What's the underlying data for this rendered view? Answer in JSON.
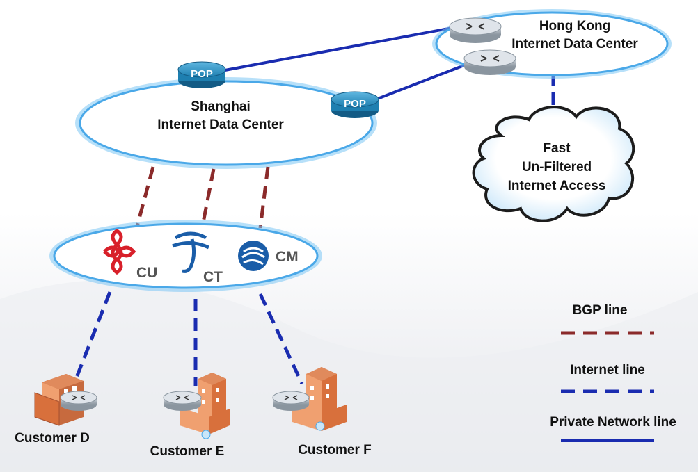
{
  "nodes": {
    "shanghai": {
      "line1": "Shanghai",
      "line2": "Internet Data Center"
    },
    "hongkong": {
      "line1": "Hong Kong",
      "line2": "Internet Data Center"
    },
    "cloud": {
      "line1": "Fast",
      "line2": "Un-Filtered",
      "line3": "Internet Access"
    },
    "pop_left": "POP",
    "pop_right": "POP",
    "carriers": {
      "cu": "CU",
      "ct": "CT",
      "cm": "CM"
    },
    "customers": {
      "d": "Customer D",
      "e": "Customer E",
      "f": "Customer F"
    }
  },
  "legend": {
    "bgp": "BGP line",
    "internet": "Internet line",
    "private": "Private Network line"
  },
  "colors": {
    "bgp_line": "#8b2a2a",
    "internet_line": "#1a2cb0",
    "private_line": "#1a2cb0",
    "pop": "#1e7fb0",
    "unicom_red": "#d8202a",
    "telecom_blue": "#1a5da8",
    "mobile_blue": "#1a5da8"
  }
}
